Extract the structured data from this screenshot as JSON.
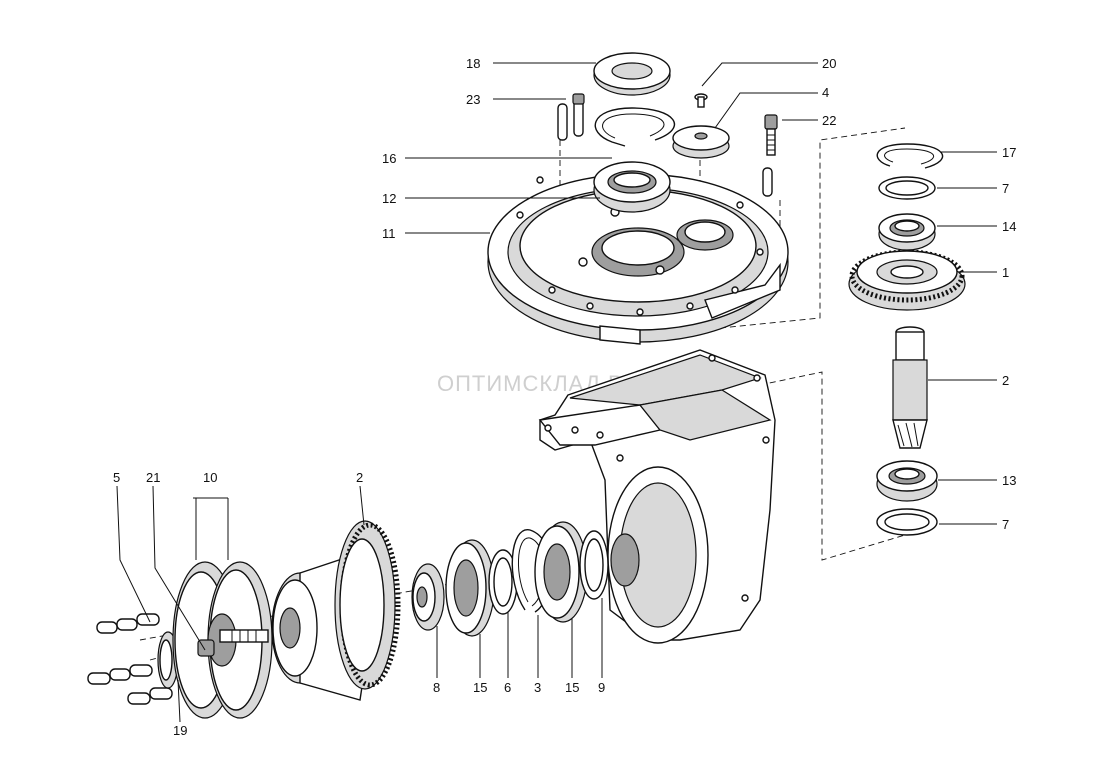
{
  "diagram": {
    "watermark": "ОПТИМСКЛАД.РФ",
    "callouts": {
      "c18": "18",
      "c20": "20",
      "c23": "23",
      "c4": "4",
      "c22": "22",
      "c16": "16",
      "c12": "12",
      "c11": "11",
      "c17": "17",
      "c7a": "7",
      "c14": "14",
      "c1": "1",
      "c2r": "2",
      "c13": "13",
      "c7b": "7",
      "c5": "5",
      "c21": "21",
      "c10": "10",
      "c2b": "2",
      "c19": "19",
      "c8": "8",
      "c15a": "15",
      "c6": "6",
      "c3": "3",
      "c15b": "15",
      "c9": "9"
    }
  }
}
